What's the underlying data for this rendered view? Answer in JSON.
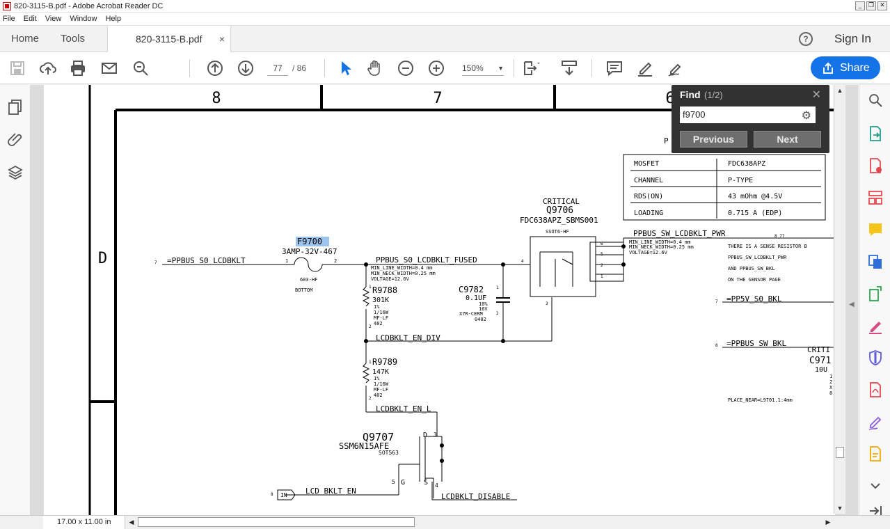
{
  "window": {
    "title": "820-3115-B.pdf - Adobe Acrobat Reader DC",
    "controls": [
      "_",
      "❐",
      "✕"
    ]
  },
  "menu": [
    "File",
    "Edit",
    "View",
    "Window",
    "Help"
  ],
  "tabs": {
    "home": "Home",
    "tools": "Tools",
    "document": "820-3115-B.pdf",
    "close": "×",
    "help": "?",
    "sign_in": "Sign In"
  },
  "toolbar": {
    "current_page": "77",
    "total_pages": "/ 86",
    "zoom": "150%",
    "share_label": "Share",
    "accent": "#1473e6",
    "icons": [
      "save-icon",
      "upload-icon",
      "print-icon",
      "email-icon",
      "search-zoom-icon",
      "page-up-icon",
      "page-down-icon",
      "select-cursor-icon",
      "hand-icon",
      "zoom-out-icon",
      "zoom-in-icon",
      "page-fit-icon",
      "scroll-mode-icon",
      "comment-icon",
      "highlight-icon",
      "sign-icon"
    ]
  },
  "find": {
    "title": "Find",
    "count": "(1/2)",
    "query": "f9700",
    "previous": "Previous",
    "next": "Next"
  },
  "status": {
    "page_size": "17.00 x 11.00 in"
  },
  "schematic": {
    "columns": [
      "8",
      "7",
      "6"
    ],
    "row_label": "D",
    "fuse": {
      "ref": "F9700",
      "rating": "3AMP-32V-467",
      "pin1": "1",
      "pin2": "2",
      "package": "603-HF",
      "side": "BOTTOM",
      "highlight": "#9cc4ee"
    },
    "net_in": "=PPBUS_S0_LCDBKLT",
    "net_in_sheet": "7",
    "net_fused": "PPBUS_S0_LCDBKLT_FUSED",
    "fused_props": [
      "MIN_LINE_WIDTH=0.4 mm",
      "MIN_NECK_WIDTH=0.25 mm",
      "VOLTAGE=12.6V"
    ],
    "r9788": {
      "ref": "R9788",
      "value": "301K",
      "tol": "1%",
      "power": "1/16W",
      "type": "MF-LF",
      "size": "402",
      "pin1": "1",
      "pin2": "2"
    },
    "c9782": {
      "ref": "C9782",
      "value": "0.1UF",
      "tol": "10%",
      "voltage": "16V",
      "type": "X7R-CERM",
      "size": "0402",
      "pin1": "1",
      "pin2": "2"
    },
    "en_div": "LCDBKLT_EN_DIV",
    "r9789": {
      "ref": "R9789",
      "value": "147K",
      "tol": "1%",
      "power": "1/16W",
      "type": "MF-LF",
      "size": "402",
      "pin1": "1",
      "pin2": "2"
    },
    "en_l": "LCDBKLT_EN_L",
    "q9707": {
      "ref": "Q9707",
      "part": "SSM6N15AFE",
      "package": "SOT563",
      "d": "D",
      "g": "G",
      "s": "S",
      "pin3": "3",
      "pin4": "4",
      "pin5": "5"
    },
    "lcd_en": "LCD_BKLT_EN",
    "lcd_en_port": "IN",
    "lcd_en_sheet": "8",
    "disable": "LCDBKLT_DISABLE",
    "q9706": {
      "critical": "CRITICAL",
      "ref": "Q9706",
      "part": "FDC638APZ_SBMS001",
      "package": "SSOT6-HF",
      "pin_g": "4",
      "pin_d": "3",
      "pins_s": [
        "6",
        "5",
        "2",
        "1"
      ]
    },
    "table": [
      [
        "MOSFET",
        "FDC638APZ"
      ],
      [
        "CHANNEL",
        "P-TYPE"
      ],
      [
        "RDS(ON)",
        "43 mOhm @4.5V"
      ],
      [
        "LOADING",
        "0.715 A (EDP)"
      ]
    ],
    "table_header_partial": "P",
    "net_out": "PPBUS_SW_LCDBKLT_PWR",
    "net_out_sheets": "8 77",
    "out_props": [
      "MIN_LINE_WIDTH=0.4 mm",
      "MIN_NECK_WIDTH=0.25 mm",
      "VOLTAGE=12.6V"
    ],
    "note": [
      "THERE IS A SENSE RESISTOR B",
      "PPBUS_SW_LCDBKLT_PWR",
      "AND PPBUS_SW_BKL",
      "ON THE SENSOR PAGE"
    ],
    "pp5v": "=PP5V_S0_BKL",
    "pp5v_sheet": "7",
    "ppbus_bkl": "=PPBUS_SW_BKL",
    "ppbus_bkl_sheet": "8",
    "crit2": "CRITI",
    "c971": "C971",
    "c971_val": "10U",
    "c971_frag": [
      "1",
      "2",
      "X",
      "8"
    ],
    "place": "PLACE_NEAR=L9701.1:4mm"
  }
}
